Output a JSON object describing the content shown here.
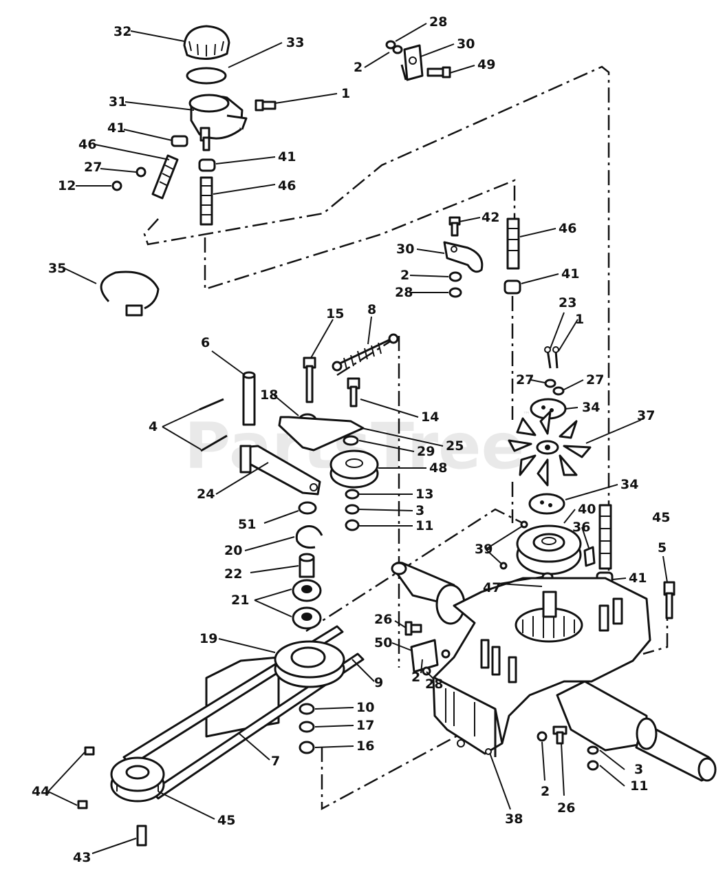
{
  "watermark": {
    "text": "PartsTree",
    "trademark": "™"
  },
  "callouts": [
    {
      "id": "c1",
      "label": "32"
    },
    {
      "id": "c2",
      "label": "33"
    },
    {
      "id": "c3",
      "label": "28"
    },
    {
      "id": "c4",
      "label": "30"
    },
    {
      "id": "c5",
      "label": "2"
    },
    {
      "id": "c6",
      "label": "49"
    },
    {
      "id": "c7",
      "label": "1"
    },
    {
      "id": "c8",
      "label": "31"
    },
    {
      "id": "c9",
      "label": "41"
    },
    {
      "id": "c10",
      "label": "46"
    },
    {
      "id": "c11",
      "label": "27"
    },
    {
      "id": "c12",
      "label": "41"
    },
    {
      "id": "c13",
      "label": "12"
    },
    {
      "id": "c14",
      "label": "46"
    },
    {
      "id": "c15",
      "label": "42"
    },
    {
      "id": "c16",
      "label": "46"
    },
    {
      "id": "c17",
      "label": "30"
    },
    {
      "id": "c18",
      "label": "35"
    },
    {
      "id": "c19",
      "label": "2"
    },
    {
      "id": "c20",
      "label": "41"
    },
    {
      "id": "c21",
      "label": "28"
    },
    {
      "id": "c22",
      "label": "15"
    },
    {
      "id": "c23",
      "label": "8"
    },
    {
      "id": "c24",
      "label": "23"
    },
    {
      "id": "c25",
      "label": "1"
    },
    {
      "id": "c26",
      "label": "6"
    },
    {
      "id": "c27",
      "label": "27"
    },
    {
      "id": "c28",
      "label": "27"
    },
    {
      "id": "c29",
      "label": "18"
    },
    {
      "id": "c30",
      "label": "14"
    },
    {
      "id": "c31",
      "label": "34"
    },
    {
      "id": "c32",
      "label": "37"
    },
    {
      "id": "c33",
      "label": "4"
    },
    {
      "id": "c34",
      "label": "25"
    },
    {
      "id": "c35",
      "label": "29"
    },
    {
      "id": "c36",
      "label": "48"
    },
    {
      "id": "c37",
      "label": "24"
    },
    {
      "id": "c38",
      "label": "13"
    },
    {
      "id": "c39",
      "label": "34"
    },
    {
      "id": "c40",
      "label": "3"
    },
    {
      "id": "c41",
      "label": "40"
    },
    {
      "id": "c42",
      "label": "45"
    },
    {
      "id": "c43",
      "label": "51"
    },
    {
      "id": "c44",
      "label": "11"
    },
    {
      "id": "c45",
      "label": "36"
    },
    {
      "id": "c46",
      "label": "39"
    },
    {
      "id": "c47",
      "label": "5"
    },
    {
      "id": "c48",
      "label": "20"
    },
    {
      "id": "c49",
      "label": "22"
    },
    {
      "id": "c50",
      "label": "47"
    },
    {
      "id": "c51",
      "label": "41"
    },
    {
      "id": "c52",
      "label": "21"
    },
    {
      "id": "c53",
      "label": "26"
    },
    {
      "id": "c54",
      "label": "19"
    },
    {
      "id": "c55",
      "label": "50"
    },
    {
      "id": "c56",
      "label": "2"
    },
    {
      "id": "c57",
      "label": "9"
    },
    {
      "id": "c58",
      "label": "28"
    },
    {
      "id": "c59",
      "label": "10"
    },
    {
      "id": "c60",
      "label": "17"
    },
    {
      "id": "c61",
      "label": "16"
    },
    {
      "id": "c62",
      "label": "7"
    },
    {
      "id": "c63",
      "label": "3"
    },
    {
      "id": "c64",
      "label": "11"
    },
    {
      "id": "c65",
      "label": "44"
    },
    {
      "id": "c66",
      "label": "2"
    },
    {
      "id": "c67",
      "label": "26"
    },
    {
      "id": "c68",
      "label": "38"
    },
    {
      "id": "c69",
      "label": "45"
    },
    {
      "id": "c70",
      "label": "43"
    }
  ]
}
